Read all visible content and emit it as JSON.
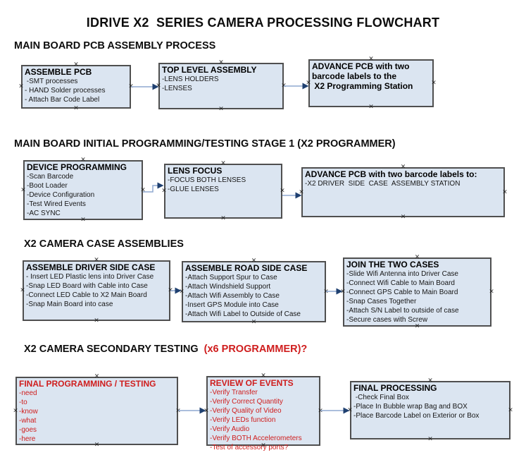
{
  "page": {
    "title": "IDRIVE X2  SERIES CAMERA PROCESSING FLOWCHART",
    "anchor_glyph": "×"
  },
  "colors": {
    "box_fill": "#dbe5f1",
    "box_border": "#4f4f4f",
    "connector_line": "#8fa9d0",
    "arrow_head": "#1f4070",
    "red_text": "#cf1d1d"
  },
  "sections": [
    {
      "heading": "MAIN BOARD PCB ASSEMBLY PROCESS",
      "heading_red": ""
    },
    {
      "heading": "MAIN BOARD INITIAL PROGRAMMING/TESTING STAGE 1 (X2 PROGRAMMER)",
      "heading_red": ""
    },
    {
      "heading": "X2 CAMERA CASE ASSEMBLIES",
      "heading_red": ""
    },
    {
      "heading": "X2 CAMERA SECONDARY TESTING ",
      "heading_red": " (x6 PROGRAMMER)?"
    }
  ],
  "boxes": {
    "assemble_pcb": {
      "title": "ASSEMBLE PCB",
      "lines": [
        " -SMT processes",
        "- HAND Solder processes",
        "- Attach Bar Code Label"
      ]
    },
    "top_level_assembly": {
      "title": "TOP LEVEL ASSEMBLY",
      "lines": [
        "-LENS HOLDERS",
        "-LENSES"
      ]
    },
    "advance_to_programming_station": {
      "title": "ADVANCE PCB with two\nbarcode labels to the\n X2 Programming Station",
      "lines": []
    },
    "device_programming": {
      "title": "DEVICE PROGRAMMING",
      "lines": [
        "-Scan Barcode",
        "-Boot Loader",
        "-Device Configuration",
        "-Test Wired Events",
        "-AC SYNC"
      ]
    },
    "lens_focus": {
      "title": "LENS FOCUS",
      "lines": [
        "-FOCUS BOTH LENSES",
        "-GLUE LENSES"
      ]
    },
    "advance_to_case_assembly": {
      "title": "ADVANCE PCB with two barcode labels to:",
      "lines": [
        "-X2 DRIVER  SIDE  CASE  ASSEMBLY STATION"
      ]
    },
    "assemble_driver_side_case": {
      "title": "ASSEMBLE DRIVER SIDE CASE",
      "lines": [
        "- Insert LED Plastic lens into Driver Case",
        "-Snap LED Board with Cable into Case",
        "-Connect LED Cable to X2 Main Board",
        "-Snap Main Board into case"
      ]
    },
    "assemble_road_side_case": {
      "title": "ASSEMBLE ROAD SIDE CASE",
      "lines": [
        "-Attach Support Spur to Case",
        "-Attach Windshield Support",
        "-Attach Wifi Assembly to Case",
        "-Insert GPS Module into Case",
        "-Attach Wifi Label to Outside of Case"
      ]
    },
    "join_the_two_cases": {
      "title": "JOIN THE TWO CASES",
      "lines": [
        "-Slide Wifi Antenna into Driver Case",
        "-Connect Wifi Cable to Main Board",
        "-Connect GPS Cable to Main Board",
        "-Snap Cases Together",
        "-Attach S/N Label to outside of case",
        "-Secure cases with Screw"
      ]
    },
    "final_programming_testing": {
      "title": "FINAL PROGRAMMING / TESTING",
      "lines": [
        "-need",
        "-to",
        "-know",
        "-what",
        "-goes",
        "-here"
      ]
    },
    "review_of_events": {
      "title": "REVIEW OF EVENTS",
      "lines": [
        "-Verify Transfer",
        "-Verify Correct Quantity",
        "-Verify Quality of Video",
        "-Verify LEDs function",
        "-Verify Audio",
        "-Verify BOTH Accelerometers",
        "-Test of accessory ports?"
      ]
    },
    "final_processing": {
      "title": "FINAL PROCESSING",
      "lines": [
        " -Check Final Box",
        "-Place In Bubble wrap Bag and BOX",
        "-Place Barcode Label on Exterior or Box"
      ]
    }
  }
}
